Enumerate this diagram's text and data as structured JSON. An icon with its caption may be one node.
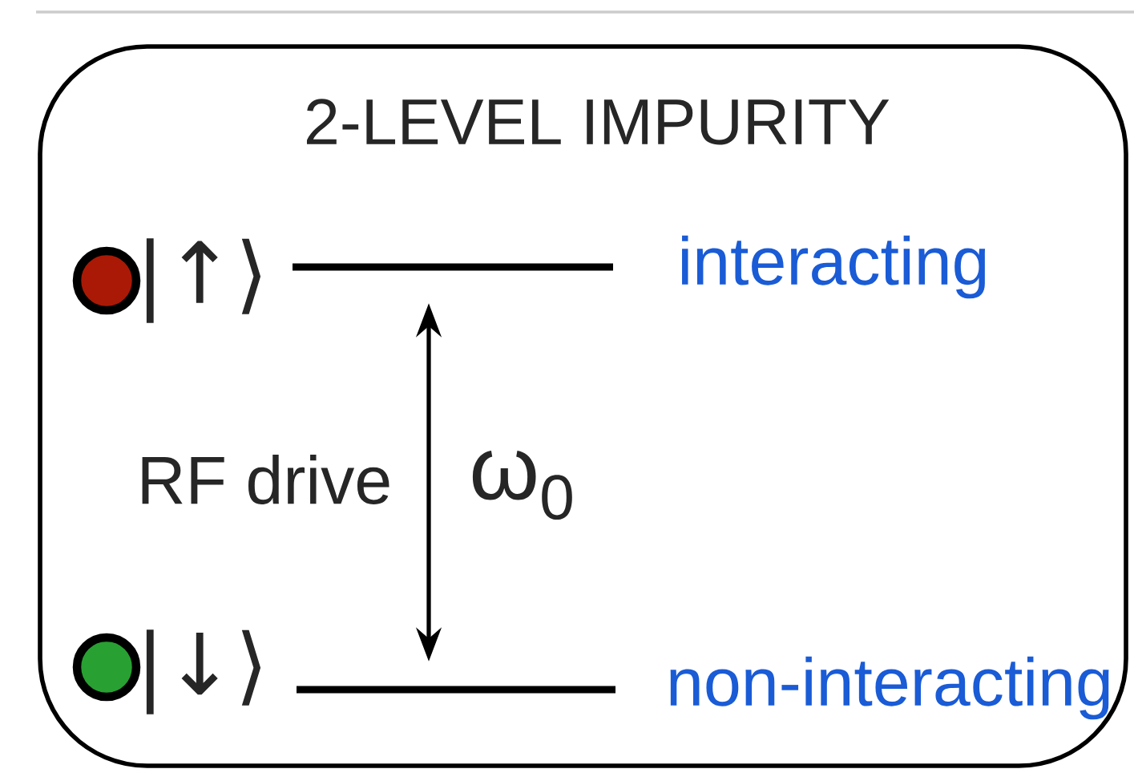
{
  "diagram": {
    "nodes": [
      {
        "text": [
          "2-LEVEL IMPURITY"
        ]
      },
      {
        "text": [],
        "shape": "bar",
        "in": 0,
        "beside": [
          "interacting"
        ]
      },
      {
        "text": [],
        "shape": "bar",
        "in": 0,
        "beside": [
          "non-interacting"
        ]
      },
      {
        "text": [],
        "shape": "circle",
        "in": 0
      },
      {
        "text": [],
        "shape": "circle",
        "in": 0
      }
    ],
    "edges": [
      {
        "from": 1,
        "to": 2,
        "arrow": "both"
      }
    ],
    "labels": [
      "|↑⟩",
      "RF drive",
      "ω$_{0}$",
      "|↓⟩"
    ]
  }
}
